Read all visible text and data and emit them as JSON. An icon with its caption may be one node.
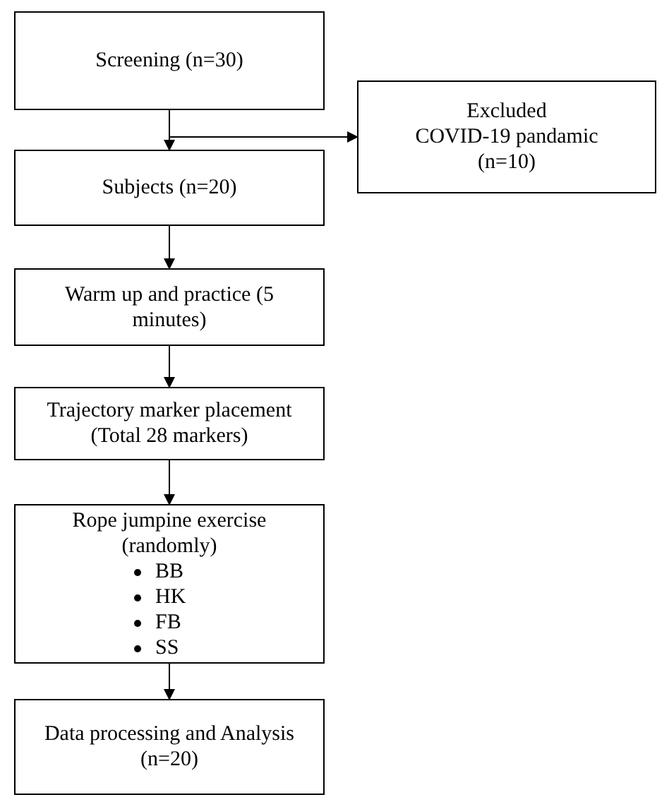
{
  "diagram": {
    "nodes": [
      {
        "text": [
          "Screening (n=30)"
        ]
      },
      {
        "text": [
          "Excluded",
          "COVID-19 pandamic",
          "(n=10)"
        ]
      },
      {
        "text": [
          "Subjects (n=20)"
        ]
      },
      {
        "text": [
          "Warm up and practice (5 minutes)"
        ]
      },
      {
        "text": [
          "Trajectory marker placement (Total 28 markers)"
        ]
      },
      {
        "text": [
          "Rope jumpine exercise (randomly)",
          "BB",
          "HK",
          "FB",
          "SS"
        ]
      },
      {
        "text": [
          "Data processing and Analysis (n=20)"
        ]
      }
    ],
    "edges": [
      {
        "from": 0,
        "to": 2,
        "arrow": "to"
      },
      {
        "from": 0,
        "to": 1,
        "arrow": "to"
      },
      {
        "from": 2,
        "to": 3,
        "arrow": "to"
      },
      {
        "from": 3,
        "to": 4,
        "arrow": "to"
      },
      {
        "from": 4,
        "to": 5,
        "arrow": "to"
      },
      {
        "from": 5,
        "to": 6,
        "arrow": "to"
      }
    ]
  }
}
